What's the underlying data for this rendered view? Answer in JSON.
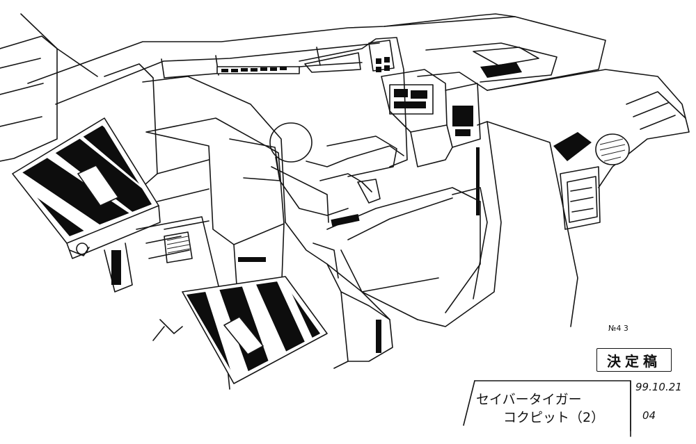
{
  "sheet": {
    "ref_number": "№4 3",
    "stamp": "決定稿",
    "title_line1": "セイバータイガー",
    "title_line2": "コクピット（2）",
    "date": "99.10.21",
    "sheet_number": "04"
  }
}
